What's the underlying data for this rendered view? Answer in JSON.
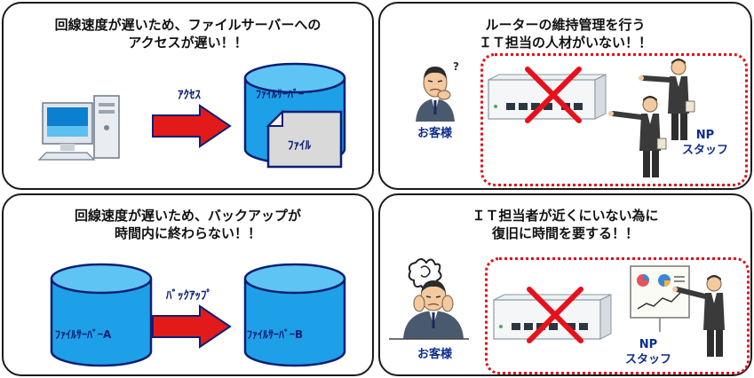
{
  "panel1": {
    "title_line1": "回線速度が遅いため、ファイルサーバーへの",
    "title_line2": "アクセスが遅い！！",
    "arrow_label": "ｱｸｾｽ",
    "server_label": "ﾌｧｲﾙｻｰﾊﾞｰ",
    "file_label": "ﾌｧｲﾙ"
  },
  "panel2": {
    "title_line1": "ルーターの維持管理を行う",
    "title_line2": "ＩＴ担当の人材がいない！！",
    "customer_label": "お客様",
    "question_mark": "?",
    "staff_label_line1": "NP",
    "staff_label_line2": "スタッフ"
  },
  "panel3": {
    "title_line1": "回線速度が遅いため、バックアップが",
    "title_line2": "時間内に終わらない！！",
    "arrow_label": "ﾊﾞｯｸｱｯﾌﾟ",
    "server_a_label": "ﾌｧｲﾙｻｰﾊﾞｰA",
    "server_b_label": "ﾌｧｲﾙｻｰﾊﾞｰB"
  },
  "panel4": {
    "title_line1": "ＩＴ担当者が近くにいない為に",
    "title_line2": "復旧に時間を要する！！",
    "customer_label": "お客様",
    "staff_label_line1": "NP",
    "staff_label_line2": "スタッフ"
  },
  "colors": {
    "cylinder_fill": "#1ea0e8",
    "cylinder_dark": "#0b1f73",
    "arrow_red": "#e31a1a",
    "cross_red": "#e8101a",
    "dotted_red": "#e0101a",
    "label_blue": "#0c2c8c"
  }
}
